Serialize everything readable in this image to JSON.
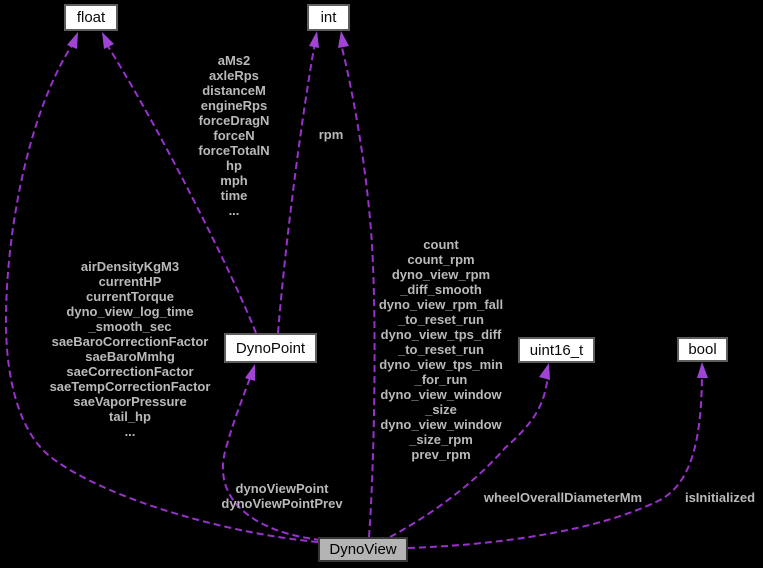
{
  "diagram": {
    "kind": "collaboration-graph",
    "focus_class": "DynoView"
  },
  "colors": {
    "background": "#000000",
    "edge": "#9932CC",
    "arrowhead": "#A044D6",
    "edge_label_text": "#B9B9B9",
    "node_fill": "#FFFFFF",
    "node_border": "#5D5D5D",
    "node_text": "#0A0A0A",
    "focus_node_fill": "#B4B4B4",
    "focus_node_border": "#363636"
  },
  "nodes": {
    "float": {
      "label": "float"
    },
    "int": {
      "label": "int"
    },
    "dynopoint": {
      "label": "DynoPoint"
    },
    "uint16_t": {
      "label": "uint16_t"
    },
    "bool": {
      "label": "bool"
    },
    "dynoview": {
      "label": "DynoView"
    }
  },
  "edges": {
    "dynopoint_float": {
      "from": "DynoPoint",
      "to": "float",
      "label": "aMs2\naxleRps\ndistanceM\nengineRps\nforceDragN\nforceN\nforceTotalN\nhp\nmph\ntime\n..."
    },
    "dynopoint_int": {
      "from": "DynoPoint",
      "to": "int",
      "label": "rpm"
    },
    "dynoview_float": {
      "from": "DynoView",
      "to": "float",
      "label": "airDensityKgM3\ncurrentHP\ncurrentTorque\ndyno_view_log_time\n_smooth_sec\nsaeBaroCorrectionFactor\nsaeBaroMmhg\nsaeCorrectionFactor\nsaeTempCorrectionFactor\nsaeVaporPressure\ntail_hp\n..."
    },
    "dynoview_int": {
      "from": "DynoView",
      "to": "int",
      "label": "count\ncount_rpm\ndyno_view_rpm\n_diff_smooth\ndyno_view_rpm_fall\n_to_reset_run\ndyno_view_tps_diff\n_to_reset_run\ndyno_view_tps_min\n_for_run\ndyno_view_window\n_size\ndyno_view_window\n_size_rpm\nprev_rpm"
    },
    "dynoview_dynopoint": {
      "from": "DynoView",
      "to": "DynoPoint",
      "label": "dynoViewPoint\ndynoViewPointPrev"
    },
    "dynoview_uint16_t": {
      "from": "DynoView",
      "to": "uint16_t",
      "label": "wheelOverallDiameterMm"
    },
    "dynoview_bool": {
      "from": "DynoView",
      "to": "bool",
      "label": "isInitialized"
    }
  }
}
